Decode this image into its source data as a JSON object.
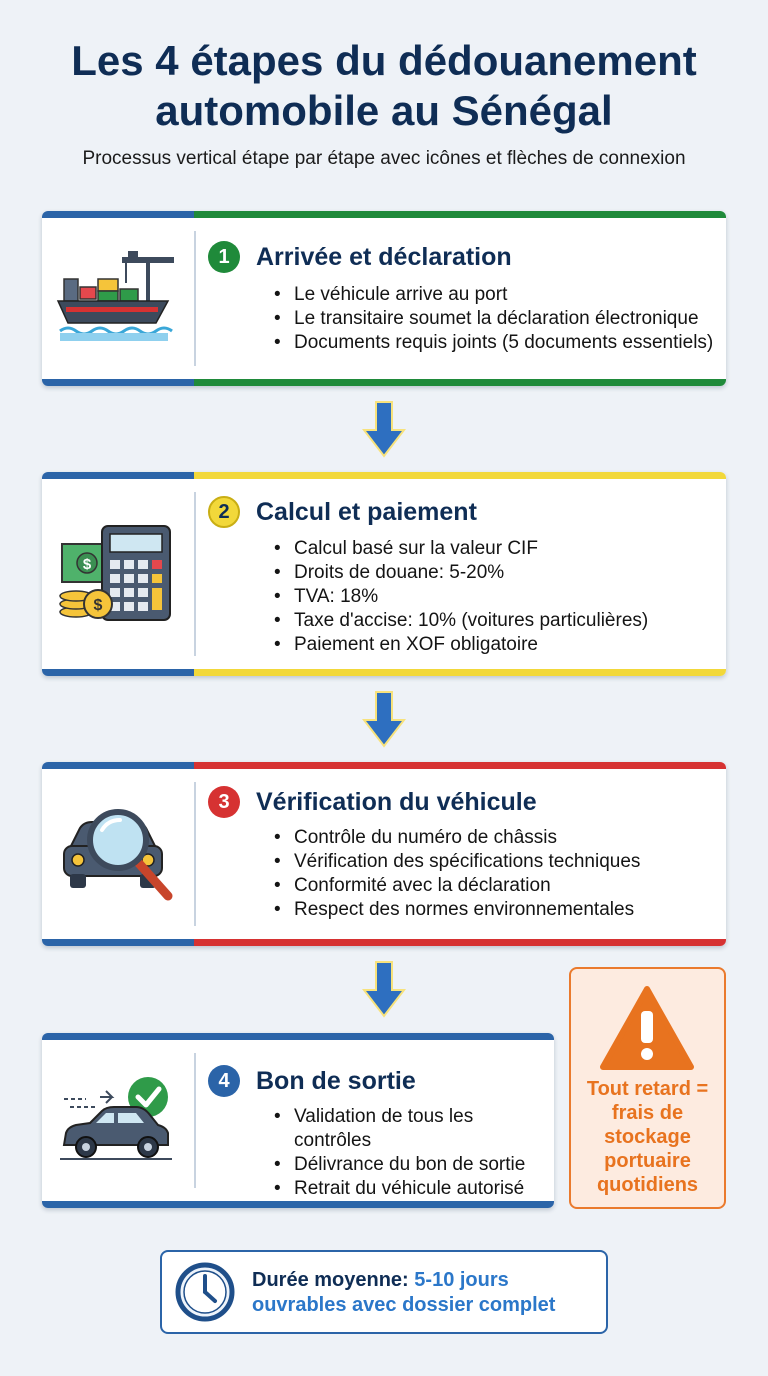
{
  "title_line1": "Les 4 étapes du dédouanement",
  "title_line2": "automobile au Sénégal",
  "subtitle": "Processus vertical étape par étape avec icônes et flèches de connexion",
  "steps": [
    {
      "number": "1",
      "title": "Arrivée et déclaration",
      "accent": "#1f8a3a",
      "icon": "cargo-ship-icon",
      "bullets": [
        "Le véhicule arrive au port",
        "Le transitaire soumet la déclaration électronique",
        "Documents requis joints (5 documents essentiels)"
      ]
    },
    {
      "number": "2",
      "title": "Calcul et paiement",
      "accent": "#f2d83a",
      "icon": "calculator-money-icon",
      "bullets": [
        "Calcul basé sur la valeur CIF",
        "Droits de douane: 5-20%",
        "TVA: 18%",
        "Taxe d'accise: 10% (voitures particulières)",
        "Paiement en XOF obligatoire"
      ]
    },
    {
      "number": "3",
      "title": "Vérification du véhicule",
      "accent": "#d63232",
      "icon": "car-magnifier-icon",
      "bullets": [
        "Contrôle du numéro de châssis",
        "Vérification des spécifications techniques",
        "Conformité avec la déclaration",
        "Respect des normes environnementales"
      ]
    },
    {
      "number": "4",
      "title": "Bon de sortie",
      "accent": "#2b64a8",
      "icon": "car-checkmark-icon",
      "bullets": [
        "Validation de tous les contrôles",
        "Délivrance du bon de sortie",
        "Retrait du véhicule autorisé"
      ]
    }
  ],
  "warning": {
    "icon": "warning-triangle-icon",
    "text": "Tout retard = frais de stockage portuaire quotidiens",
    "color": "#e8731f"
  },
  "duration": {
    "icon": "clock-icon",
    "label": "Durée moyenne:",
    "value": "5-10 jours",
    "rest": "ouvrables avec dossier complet"
  },
  "colors": {
    "navy": "#0f2d55",
    "blue": "#2b64a8",
    "green": "#1f8a3a",
    "yellow": "#f2d83a",
    "red": "#d63232",
    "orange": "#e8731f"
  }
}
